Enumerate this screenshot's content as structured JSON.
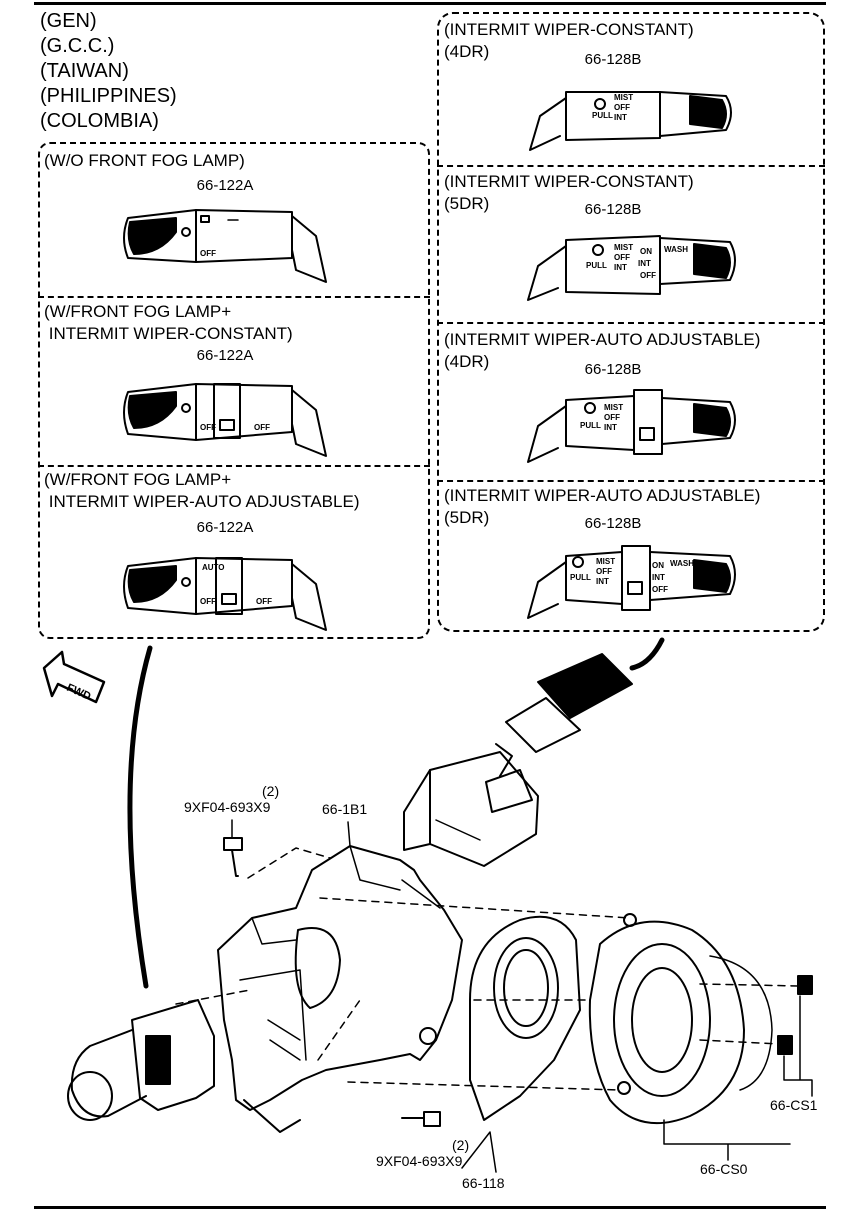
{
  "regions": [
    "(GEN)",
    "(G.C.C.)",
    "(TAIWAN)",
    "(PHILIPPINES)",
    "(COLOMBIA)"
  ],
  "left_panels": [
    {
      "caption": [
        "(W/O FRONT FOG LAMP)"
      ],
      "part": "66-122A"
    },
    {
      "caption": [
        "(W/FRONT FOG LAMP+",
        " INTERMIT WIPER-CONSTANT)"
      ],
      "part": "66-122A"
    },
    {
      "caption": [
        "(W/FRONT FOG LAMP+",
        " INTERMIT WIPER-AUTO ADJUSTABLE)"
      ],
      "part": "66-122A"
    }
  ],
  "right_panels": [
    {
      "caption": [
        "(INTERMIT WIPER-CONSTANT)",
        "(4DR)"
      ],
      "part": "66-128B"
    },
    {
      "caption": [
        "(INTERMIT WIPER-CONSTANT)",
        "(5DR)"
      ],
      "part": "66-128B"
    },
    {
      "caption": [
        "(INTERMIT WIPER-AUTO ADJUSTABLE)",
        "(4DR)"
      ],
      "part": "66-128B"
    },
    {
      "caption": [
        "(INTERMIT WIPER-AUTO ADJUSTABLE)",
        "(5DR)"
      ],
      "part": "66-128B"
    }
  ],
  "fwd_label": "FWD",
  "callouts": {
    "screw_top_qty": "(2)",
    "screw_top_part": "9XF04-693X9",
    "housing_part": "66-1B1",
    "screw_bottom_qty": "(2)",
    "screw_bottom_part": "9XF04-693X9",
    "cover_part": "66-118",
    "clock_spring_part": "66-CS0",
    "sensor_part": "66-CS1"
  },
  "switch_labels": {
    "off": "OFF",
    "auto": "AUTO",
    "mist": "MIST",
    "int": "INT",
    "pull": "PULL",
    "on": "ON",
    "wash": "WASH"
  }
}
